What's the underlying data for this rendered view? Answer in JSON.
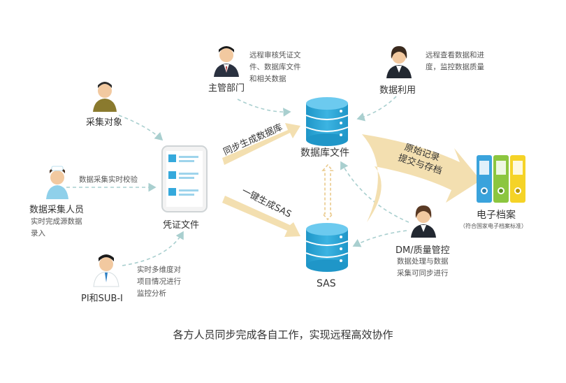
{
  "nodes": {
    "caiji_duixiang": "采集对象",
    "caiji_renyuan": "数据采集人员",
    "caiji_renyuan_desc": [
      "实时完成源数据",
      "录入"
    ],
    "pi_sub": "PI和SUB-I",
    "pi_desc": [
      "实时多维度对",
      "项目情况进行",
      "监控分析"
    ],
    "zhuguan": "主管部门",
    "zhuguan_desc": [
      "远程审核凭证文",
      "件、数据库文件",
      "和相关数据"
    ],
    "shuju_liyong": "数据利用",
    "liyong_desc": [
      "远程查看数据和进",
      "度，监控数据质量"
    ],
    "pingzheng": "凭证文件",
    "shujuku": "数据库文件",
    "sas": "SAS",
    "dianzi_dangan": "电子档案",
    "dangan_desc": "（符合国家电子档案标准）",
    "dm": "DM/质量管控",
    "dm_desc": [
      "数据处理与数据",
      "采集可同步进行"
    ]
  },
  "arrows": {
    "sync_db": "同步生成数据库",
    "one_click": "一键生成SAS",
    "archive": [
      "原始记录",
      "提交与存档"
    ],
    "verify": "数据采集实时校验"
  },
  "footer": "各方人员同步完成各自工作，实现远程高效协作",
  "colors": {
    "db_blue": "#29a8d8",
    "arrow_beige": "#f3dfb0",
    "dashed": "#9fc9c9",
    "folder_blue": "#3aa3dc",
    "folder_green": "#8cc63f",
    "folder_yellow": "#f5d327"
  }
}
